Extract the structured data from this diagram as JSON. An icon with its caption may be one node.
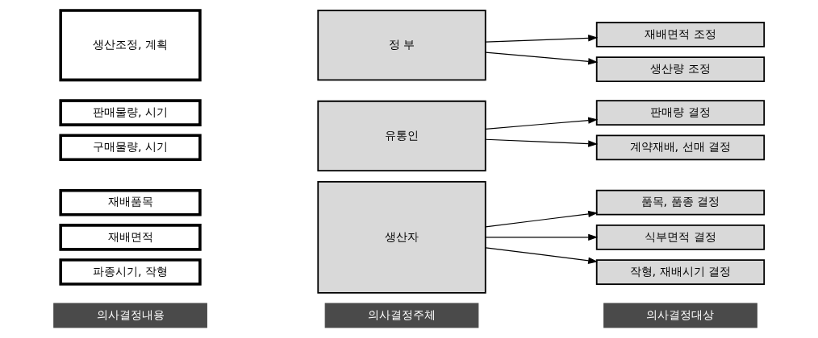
{
  "diagram": {
    "nodes": [
      {
        "text": [
          "의사결정내용"
        ]
      },
      {
        "text": [
          "의사결정주체"
        ]
      },
      {
        "text": [
          "의사결정대상"
        ]
      },
      {
        "text": [
          "재배품목"
        ]
      },
      {
        "text": [
          "재배면적"
        ]
      },
      {
        "text": [
          "파종시기, 작형"
        ]
      },
      {
        "text": [
          "생산자"
        ]
      },
      {
        "text": [
          "품목, 품종 결정"
        ]
      },
      {
        "text": [
          "식부면적 결정"
        ]
      },
      {
        "text": [
          "작형, 재배시기 결정"
        ]
      },
      {
        "text": [
          "판매물량, 시기"
        ]
      },
      {
        "text": [
          "구매물량, 시기"
        ]
      },
      {
        "text": [
          "유통인"
        ]
      },
      {
        "text": [
          "판매량 결정"
        ]
      },
      {
        "text": [
          "계약재배, 선매 결정"
        ]
      },
      {
        "text": [
          "생산조정, 계획"
        ]
      },
      {
        "text": [
          "정 부"
        ]
      },
      {
        "text": [
          "재배면적 조정"
        ]
      },
      {
        "text": [
          "생산량 조정"
        ]
      }
    ],
    "edges": [
      {
        "from": 6,
        "to": 7,
        "arrow": "to"
      },
      {
        "from": 6,
        "to": 8,
        "arrow": "to"
      },
      {
        "from": 6,
        "to": 9,
        "arrow": "to"
      },
      {
        "from": 12,
        "to": 13,
        "arrow": "to"
      },
      {
        "from": 12,
        "to": 14,
        "arrow": "to"
      },
      {
        "from": 16,
        "to": 17,
        "arrow": "to"
      },
      {
        "from": 16,
        "to": 18,
        "arrow": "to"
      }
    ]
  }
}
